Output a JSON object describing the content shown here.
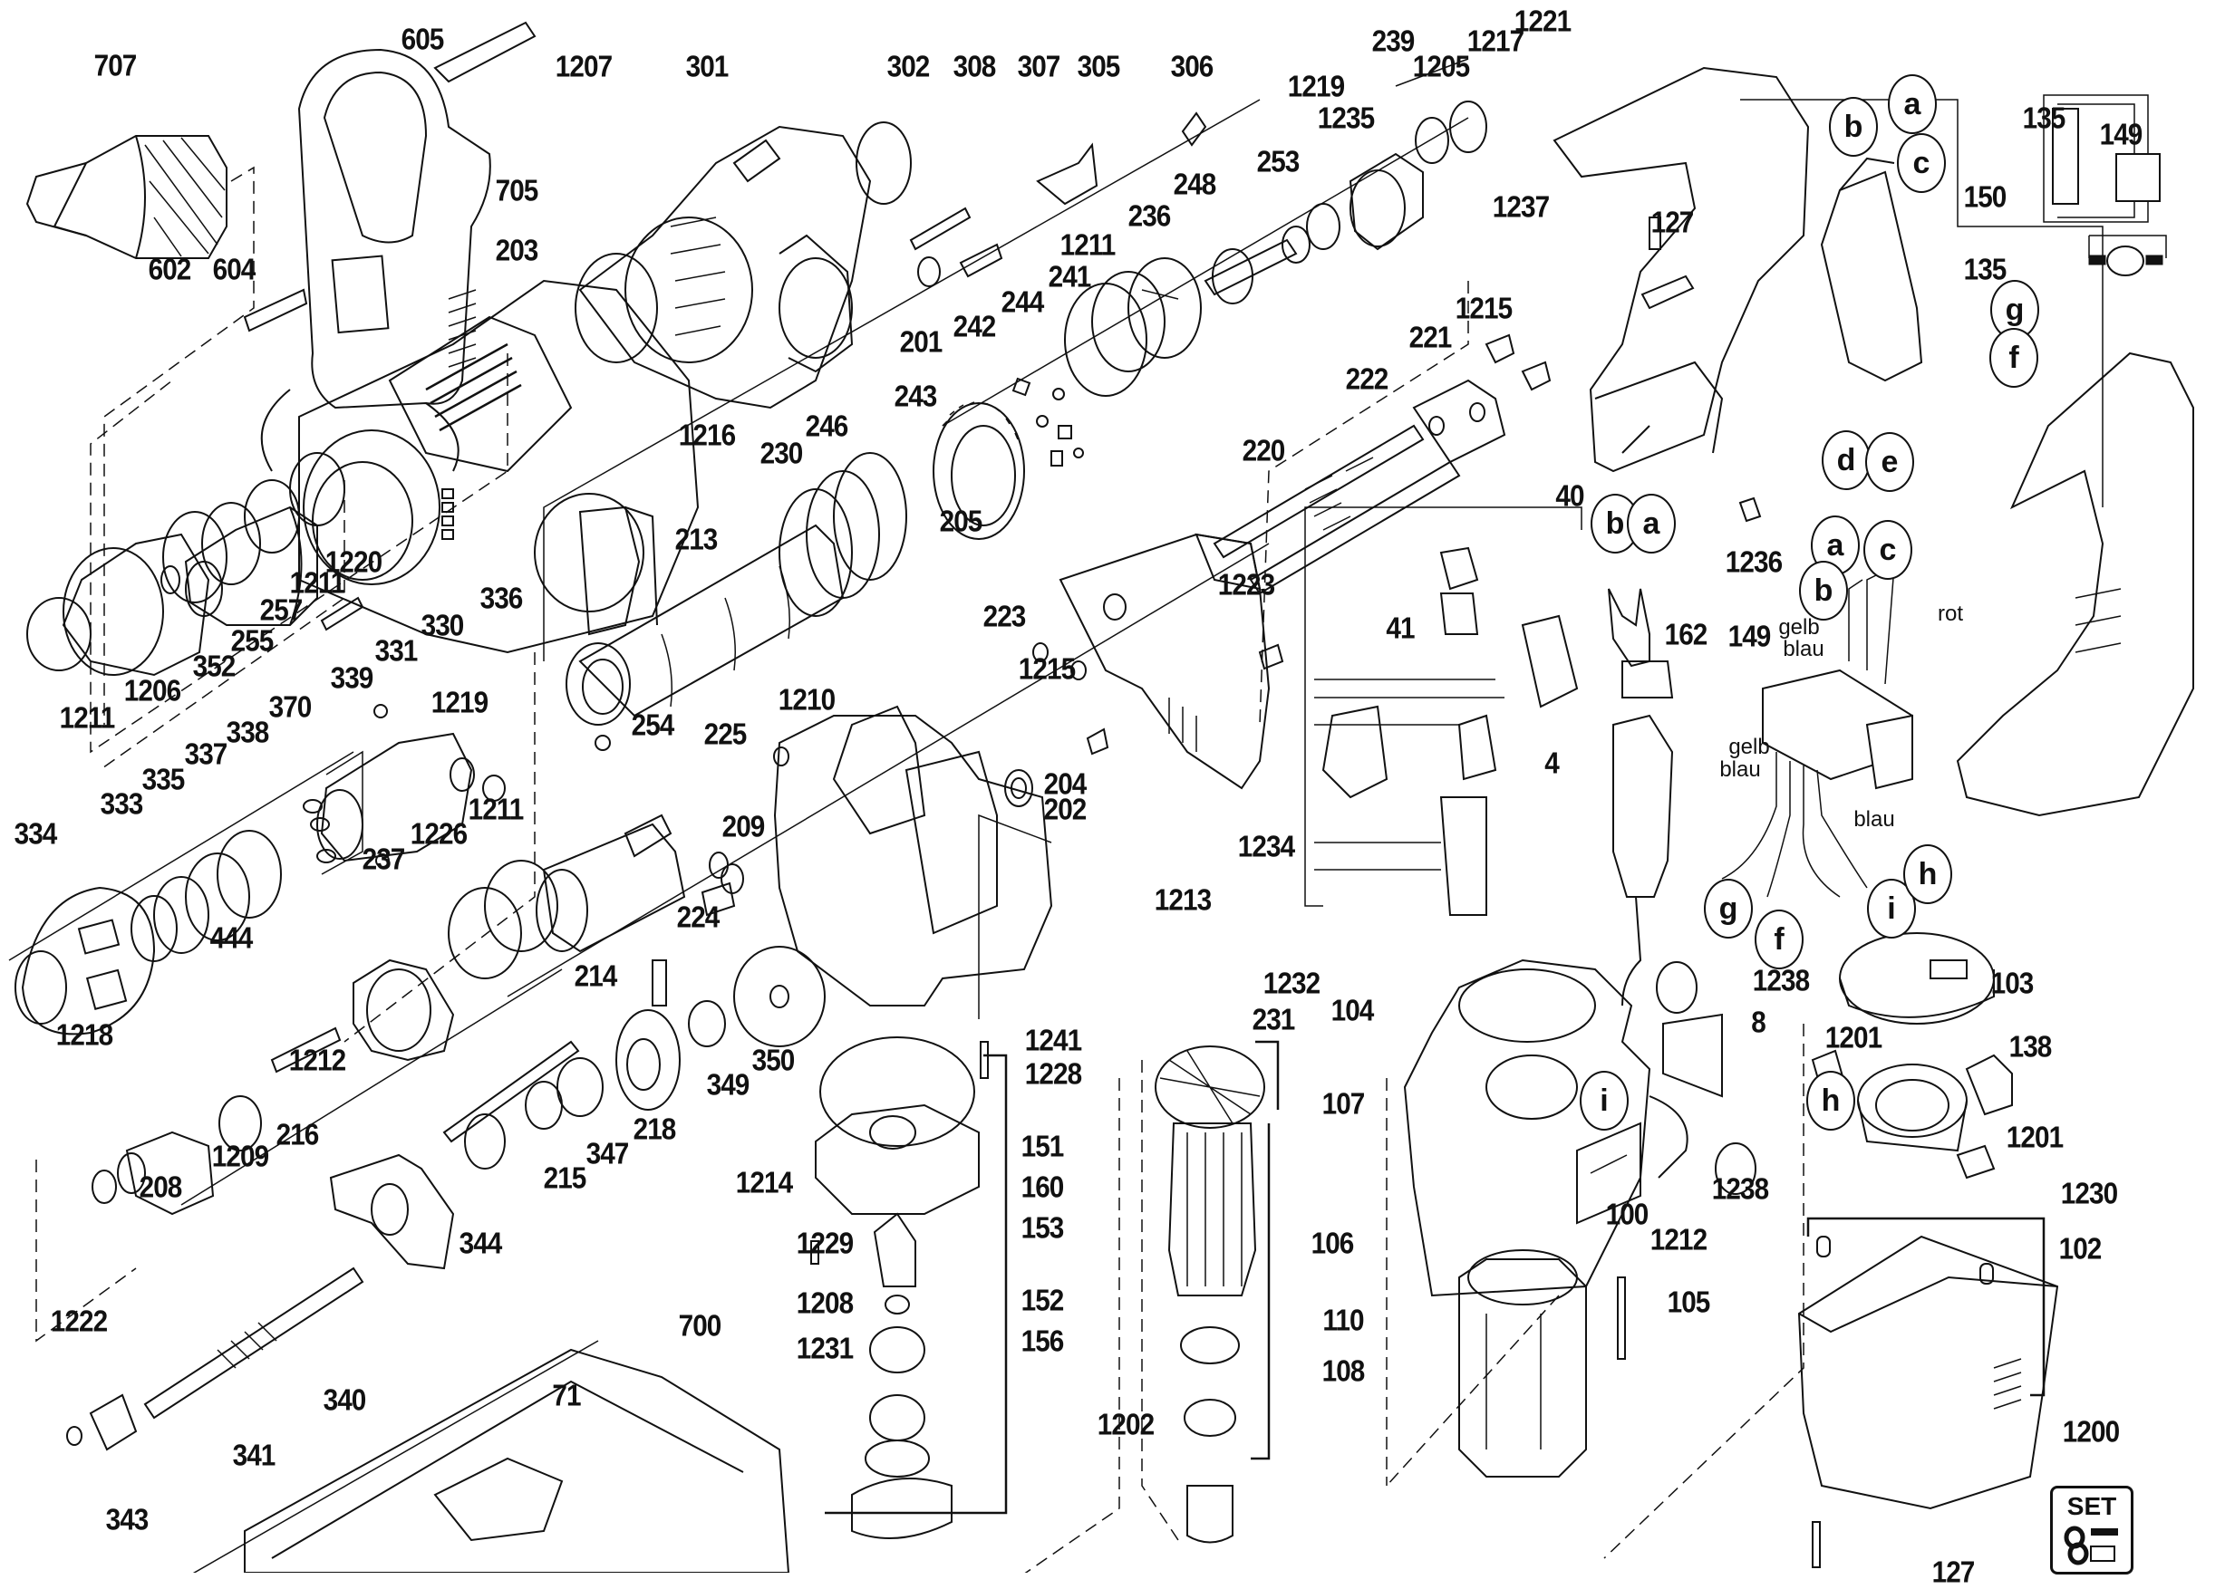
{
  "title": "Exploded parts diagram - rotary hammer",
  "labels": {
    "l707": "707",
    "l605": "605",
    "l705": "705",
    "l602": "602",
    "l604": "604",
    "l1207": "1207",
    "l301": "301",
    "l302": "302",
    "l308": "308",
    "l307": "307",
    "l305": "305",
    "l306": "306",
    "l203": "203",
    "l201": "201",
    "l1216": "1216",
    "l213": "213",
    "l239": "239",
    "l1221": "1221",
    "l1217": "1217",
    "l1205": "1205",
    "l1219a": "1219",
    "l1235": "1235",
    "l253": "253",
    "l248": "248",
    "l236": "236",
    "l1211a": "1211",
    "l241": "241",
    "l244": "244",
    "l242": "242",
    "l243": "243",
    "l246": "246",
    "l230": "230",
    "l254": "254",
    "l221": "221",
    "l1215a": "1215",
    "l222": "222",
    "l220": "220",
    "l40": "40",
    "l41": "41",
    "l162": "162",
    "l4": "4",
    "l205": "205",
    "l1223": "1223",
    "l223": "223",
    "l1215b": "1215",
    "l1210": "1210",
    "l225": "225",
    "l209": "209",
    "l204": "204",
    "l202": "202",
    "l1234": "1234",
    "l1213": "1213",
    "l1232": "1232",
    "l231": "231",
    "l1220": "1220",
    "l1211b": "1211",
    "l257": "257",
    "l255": "255",
    "l352": "352",
    "l1206": "1206",
    "l1211c": "1211",
    "l336": "336",
    "l330": "330",
    "l331": "331",
    "l339": "339",
    "l1219b": "1219",
    "l370": "370",
    "l338": "338",
    "l337": "337",
    "l335": "335",
    "l333": "333",
    "l334": "334",
    "l1211d": "1211",
    "l1226": "1226",
    "l237": "237",
    "l224": "224",
    "l444": "444",
    "l214": "214",
    "l1218": "1218",
    "l1212a": "1212",
    "l1209": "1209",
    "l208": "208",
    "l216": "216",
    "l350": "350",
    "l349": "349",
    "l218": "218",
    "l347": "347",
    "l215": "215",
    "l344": "344",
    "l1222": "1222",
    "l341": "341",
    "l340": "340",
    "l343": "343",
    "l700": "700",
    "l71": "71",
    "l1241": "1241",
    "l1228": "1228",
    "l151": "151",
    "l1214": "1214",
    "l160": "160",
    "l153": "153",
    "l1229": "1229",
    "l152": "152",
    "l1208": "1208",
    "l1231": "1231",
    "l156": "156",
    "l107": "107",
    "l106": "106",
    "l110": "110",
    "l108": "108",
    "l1202": "1202",
    "l104": "104",
    "l1238a": "1238",
    "l8": "8",
    "l100": "100",
    "l1238b": "1238",
    "l1212b": "1212",
    "l105": "105",
    "l103": "103",
    "l1201a": "1201",
    "l138": "138",
    "l1201b": "1201",
    "l1230": "1230",
    "l102": "102",
    "l1200": "1200",
    "l127a": "127",
    "l127b": "127",
    "l1237": "1237",
    "l135a": "135",
    "l135b": "135",
    "l149a": "149",
    "l150": "150",
    "l1236": "1236",
    "l149b": "149"
  },
  "connectors": {
    "c_b1": "b",
    "c_a1": "a",
    "c_c1": "c",
    "c_g1": "g",
    "c_f1": "f",
    "c_d1": "d",
    "c_e1": "e",
    "c_b2": "b",
    "c_a2": "a",
    "c_a3": "a",
    "c_c3": "c",
    "c_b3": "b",
    "c_g2": "g",
    "c_f2": "f",
    "c_i1": "i",
    "c_h1": "h",
    "c_i2": "i",
    "c_h2": "h"
  },
  "wires": {
    "w_gelb1": "gelb",
    "w_blau1": "blau",
    "w_rot": "rot",
    "w_gelb2": "gelb",
    "w_blau2": "blau",
    "w_blau3": "blau"
  },
  "set_badge": {
    "text": "SET",
    "icon": "seal-and-screw-icon"
  }
}
